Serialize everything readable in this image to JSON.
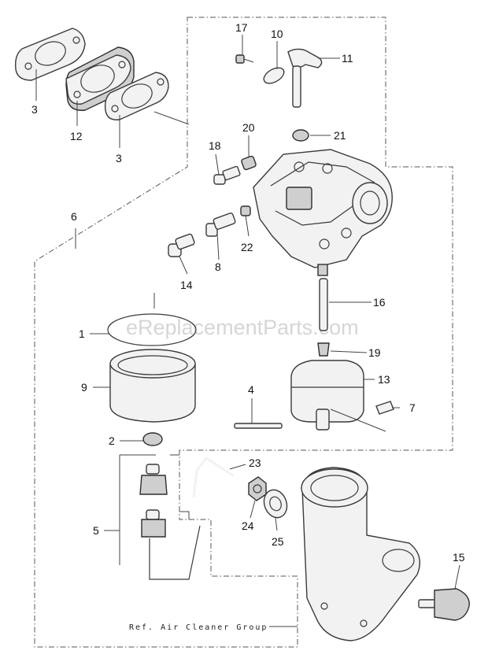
{
  "watermark": "eReplacementParts.com",
  "reference_label": "Ref. Air Cleaner Group",
  "callouts": {
    "c1": "1",
    "c2": "2",
    "c3a": "3",
    "c3b": "3",
    "c4": "4",
    "c5": "5",
    "c6": "6",
    "c7": "7",
    "c8": "8",
    "c9": "9",
    "c10": "10",
    "c11": "11",
    "c12": "12",
    "c13": "13",
    "c14": "14",
    "c15": "15",
    "c16": "16",
    "c17": "17",
    "c18": "18",
    "c19": "19",
    "c20": "20",
    "c21": "21",
    "c22": "22",
    "c23": "23",
    "c24": "24",
    "c25": "25"
  }
}
